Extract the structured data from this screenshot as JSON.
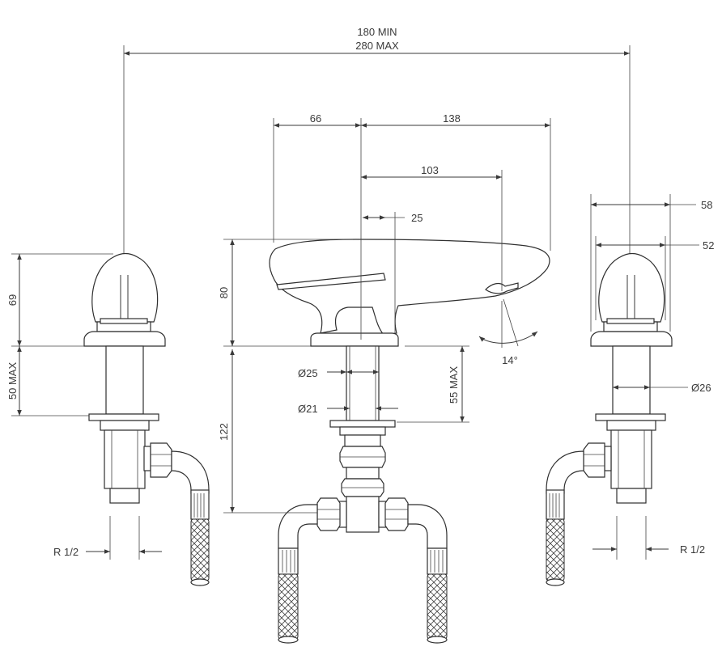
{
  "dimensions": {
    "span_min": "180 MIN",
    "span_max": "280 MAX",
    "spout_back": "66",
    "spout_reach": "138",
    "spout_outlet": "103",
    "spout_offset": "25",
    "spout_height": "80",
    "below_deck": "122",
    "spout_shank_max": "55 MAX",
    "spout_dia_upper": "Ø25",
    "spout_dia_lower": "Ø21",
    "spout_angle": "14°",
    "handle_height": "69",
    "handle_shank_max": "50 MAX",
    "handle_width_outer": "58",
    "handle_width_inner": "52",
    "handle_dia": "Ø26",
    "thread_left": "R 1/2",
    "thread_right": "R 1/2"
  }
}
